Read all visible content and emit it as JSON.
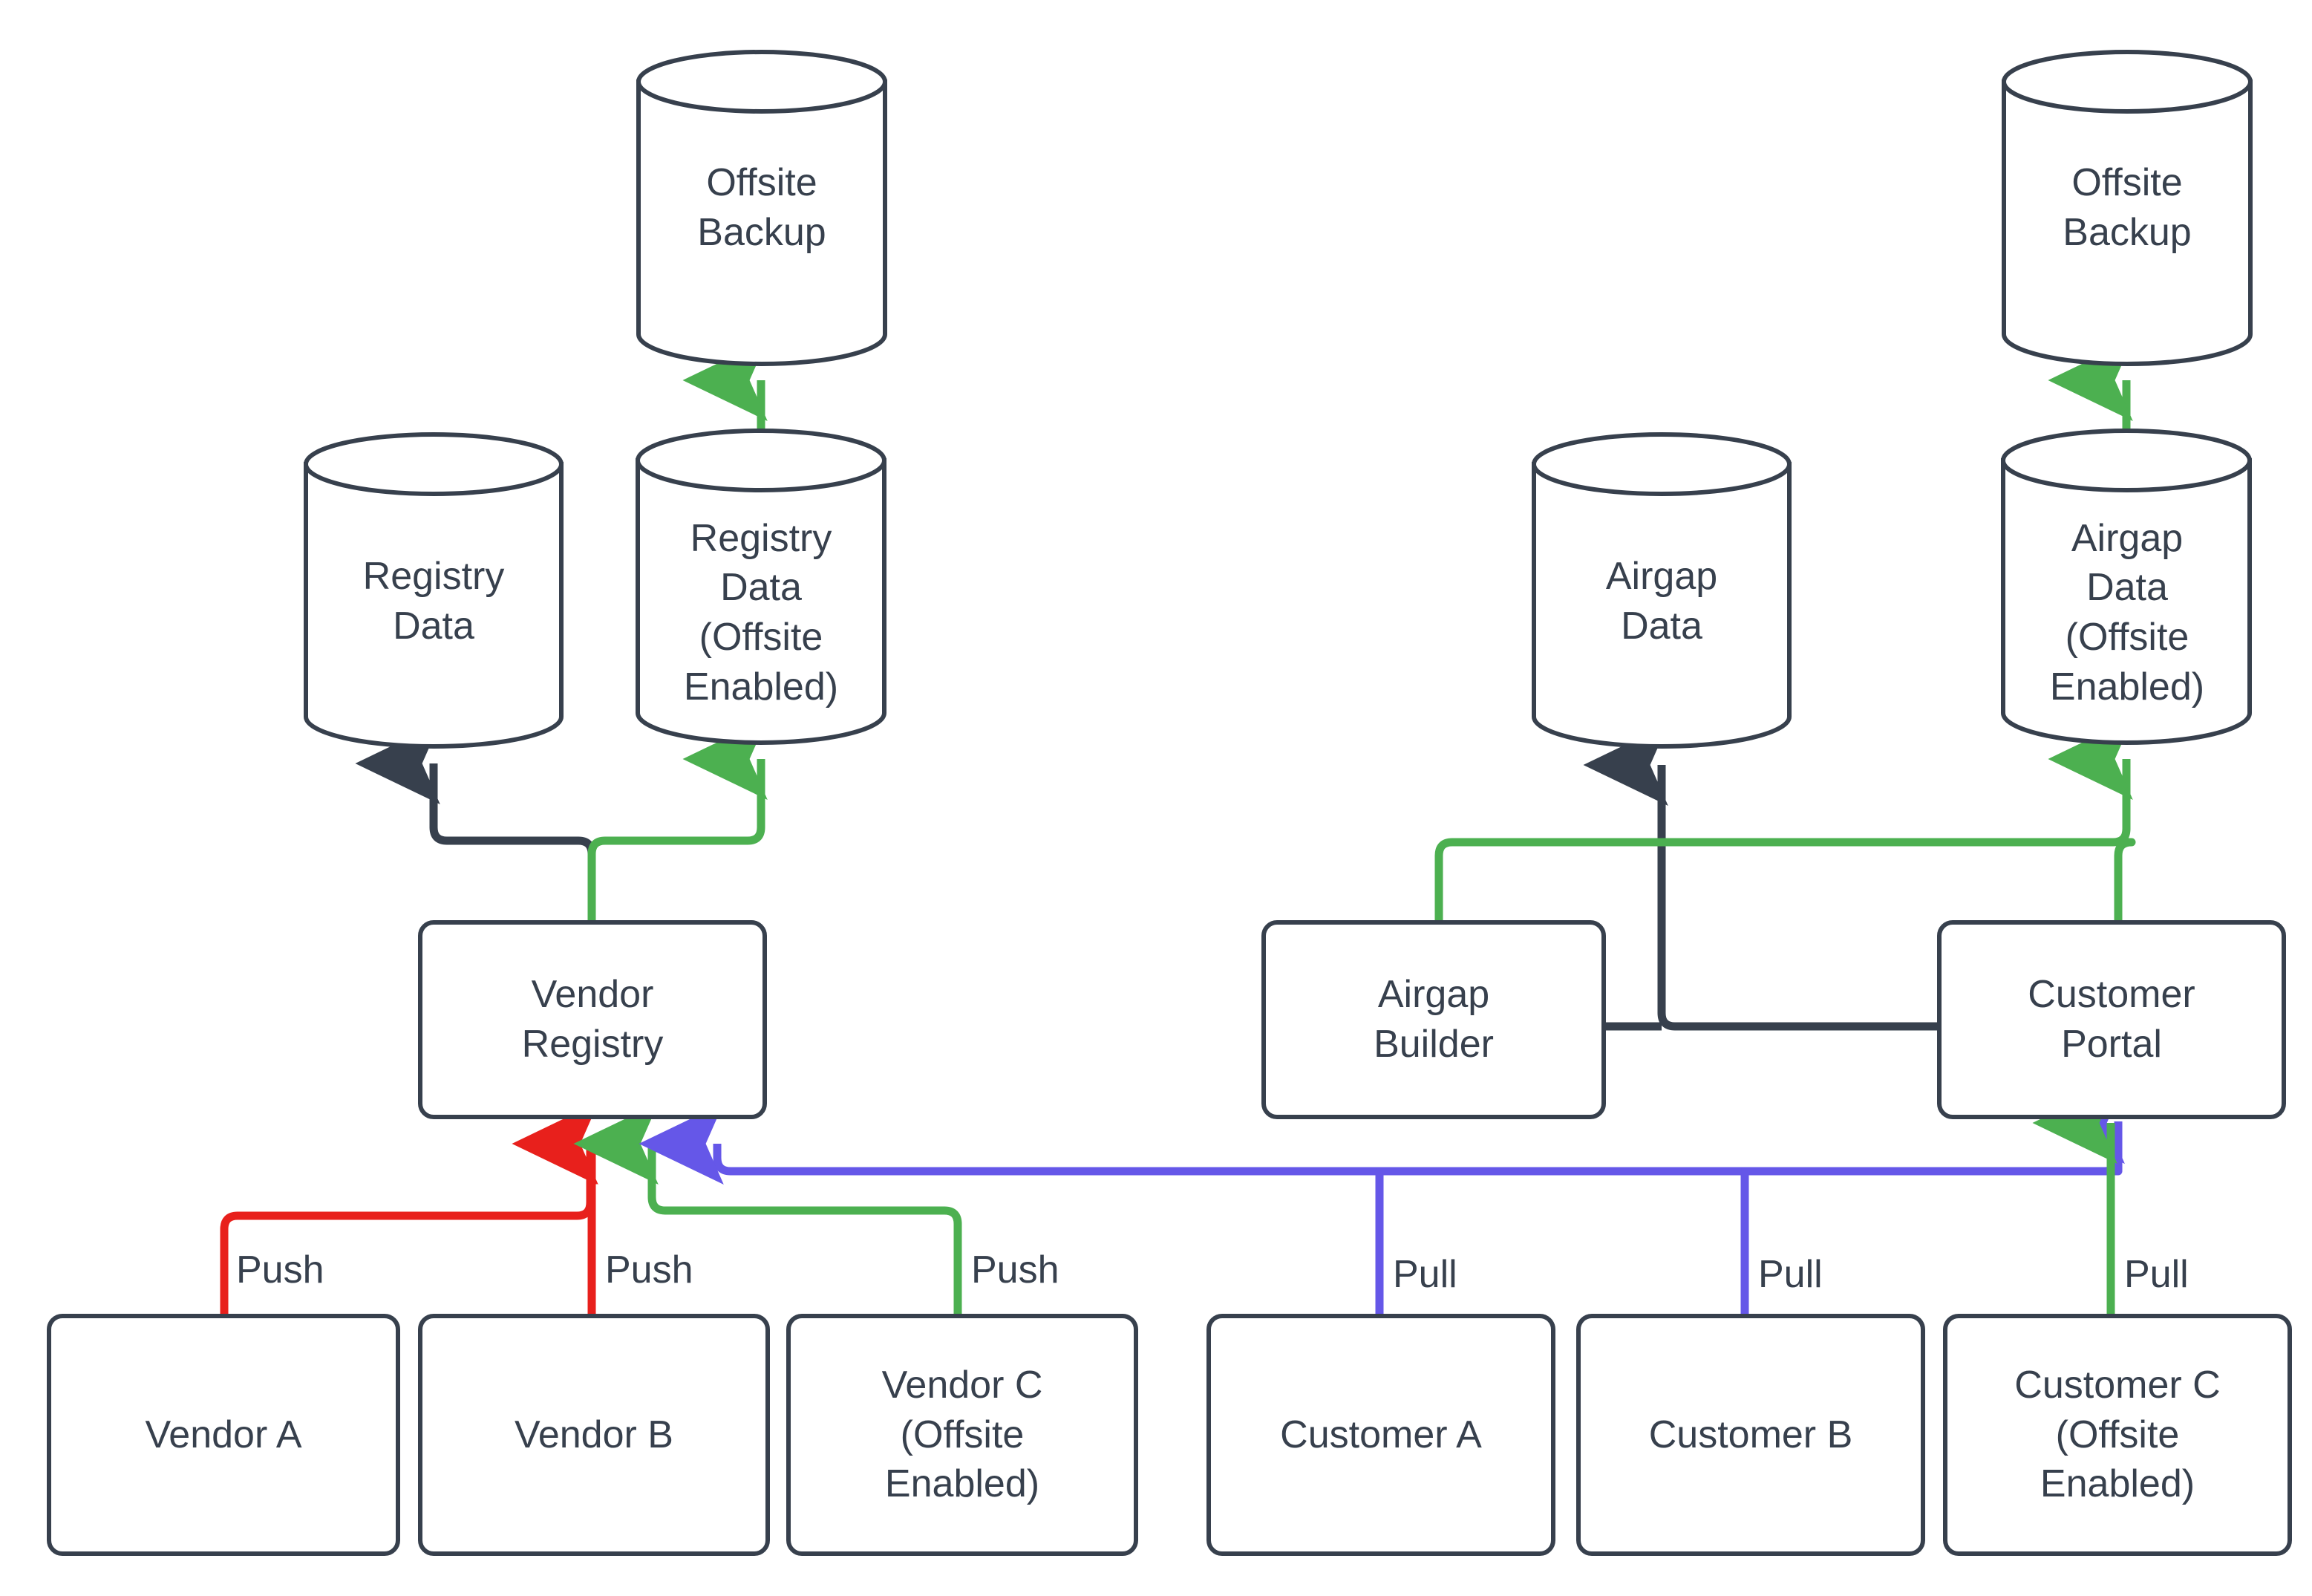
{
  "diagram": {
    "type": "flowchart",
    "direction": "bottom-to-top",
    "colors": {
      "stroke": "#37404d",
      "text": "#37404d",
      "background": "#ffffff",
      "edge_default": "#37404d",
      "edge_push_red": "#e8201c",
      "edge_offsite_green": "#4cb050",
      "edge_pull_blue": "#6557e8"
    },
    "nodes": {
      "offsite_backup_left": {
        "label": "Offsite\nBackup",
        "shape": "cylinder"
      },
      "offsite_backup_right": {
        "label": "Offsite\nBackup",
        "shape": "cylinder"
      },
      "registry_data": {
        "label": "Registry\nData",
        "shape": "cylinder"
      },
      "registry_data_offsite": {
        "label": "Registry\nData\n(Offsite\nEnabled)",
        "shape": "cylinder"
      },
      "airgap_data": {
        "label": "Airgap\nData",
        "shape": "cylinder"
      },
      "airgap_data_offsite": {
        "label": "Airgap\nData\n(Offsite\nEnabled)",
        "shape": "cylinder"
      },
      "vendor_registry": {
        "label": "Vendor\nRegistry",
        "shape": "rounded-rect"
      },
      "airgap_builder": {
        "label": "Airgap\nBuilder",
        "shape": "rounded-rect"
      },
      "customer_portal": {
        "label": "Customer\nPortal",
        "shape": "rounded-rect"
      },
      "vendor_a": {
        "label": "Vendor A",
        "shape": "rounded-rect"
      },
      "vendor_b": {
        "label": "Vendor B",
        "shape": "rounded-rect"
      },
      "vendor_c": {
        "label": "Vendor C\n(Offsite\nEnabled)",
        "shape": "rounded-rect"
      },
      "customer_a": {
        "label": "Customer A",
        "shape": "rounded-rect"
      },
      "customer_b": {
        "label": "Customer B",
        "shape": "rounded-rect"
      },
      "customer_c": {
        "label": "Customer C\n(Offsite\nEnabled)",
        "shape": "rounded-rect"
      }
    },
    "edge_labels": {
      "push_vendor_a": "Push",
      "push_vendor_b": "Push",
      "push_vendor_c": "Push",
      "pull_customer_a": "Pull",
      "pull_customer_b": "Pull",
      "pull_customer_c": "Pull"
    },
    "edges": [
      {
        "from": "vendor_a",
        "to": "vendor_registry",
        "label": "Push",
        "color": "#e8201c"
      },
      {
        "from": "vendor_b",
        "to": "vendor_registry",
        "label": "Push",
        "color": "#e8201c"
      },
      {
        "from": "vendor_c",
        "to": "vendor_registry",
        "label": "Push",
        "color": "#4cb050"
      },
      {
        "from": "customer_portal",
        "to": "vendor_registry",
        "label": "",
        "color": "#6557e8"
      },
      {
        "from": "vendor_registry",
        "to": "registry_data",
        "label": "",
        "color": "#37404d"
      },
      {
        "from": "vendor_registry",
        "to": "registry_data_offsite",
        "label": "",
        "color": "#4cb050"
      },
      {
        "from": "registry_data_offsite",
        "to": "offsite_backup_left",
        "label": "",
        "color": "#4cb050"
      },
      {
        "from": "customer_a",
        "to": "customer_portal",
        "label": "Pull",
        "color": "#6557e8"
      },
      {
        "from": "customer_b",
        "to": "customer_portal",
        "label": "Pull",
        "color": "#6557e8"
      },
      {
        "from": "customer_c",
        "to": "customer_portal",
        "label": "Pull",
        "color": "#4cb050"
      },
      {
        "from": "customer_portal",
        "to": "airgap_data",
        "label": "",
        "color": "#37404d"
      },
      {
        "from": "airgap_builder",
        "to": "airgap_data",
        "label": "",
        "color": "#4cb050"
      },
      {
        "from": "customer_portal",
        "to": "airgap_data_offsite",
        "label": "",
        "color": "#4cb050"
      },
      {
        "from": "airgap_data_offsite",
        "to": "offsite_backup_right",
        "label": "",
        "color": "#4cb050"
      }
    ]
  }
}
